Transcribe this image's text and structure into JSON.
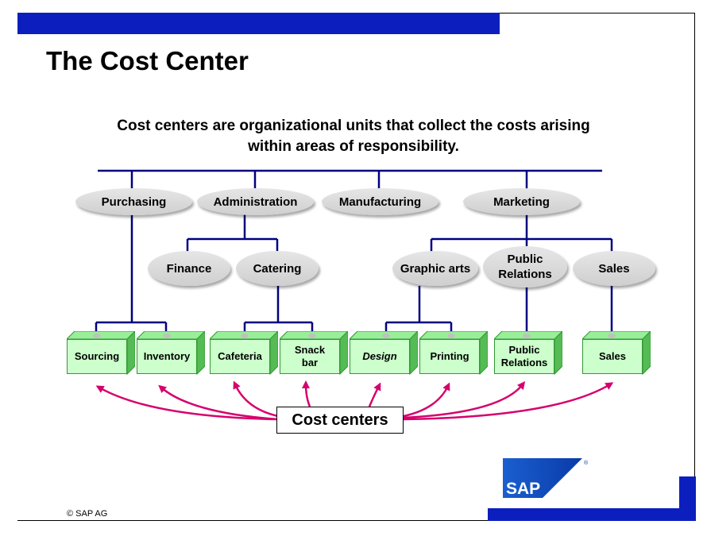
{
  "title": "The Cost Center",
  "subtitle_line1": "Cost centers are organizational units that collect the costs arising",
  "subtitle_line2": "within areas of responsibility.",
  "departments": [
    {
      "label": "Purchasing"
    },
    {
      "label": "Administration"
    },
    {
      "label": "Manufacturing"
    },
    {
      "label": "Marketing"
    }
  ],
  "sub_units": [
    {
      "label": "Finance"
    },
    {
      "label": "Catering"
    },
    {
      "label": "Graphic arts"
    },
    {
      "label": "Public Relations"
    },
    {
      "label": "Sales"
    }
  ],
  "cost_center_boxes": [
    {
      "label": "Sourcing"
    },
    {
      "label": "Inventory"
    },
    {
      "label": "Cafeteria"
    },
    {
      "label": "Snack bar"
    },
    {
      "label": "Design"
    },
    {
      "label": "Printing"
    },
    {
      "label": "Public Relations"
    },
    {
      "label": "Sales"
    }
  ],
  "cost_centers_label": "Cost centers",
  "copyright": "©  SAP AG",
  "logo": {
    "text": "SAP",
    "registered": "®"
  },
  "colors": {
    "brand_blue": "#0c1fbe",
    "connector": "#000080",
    "arrow": "#d6006e",
    "box_fill": "#ccffcc"
  }
}
